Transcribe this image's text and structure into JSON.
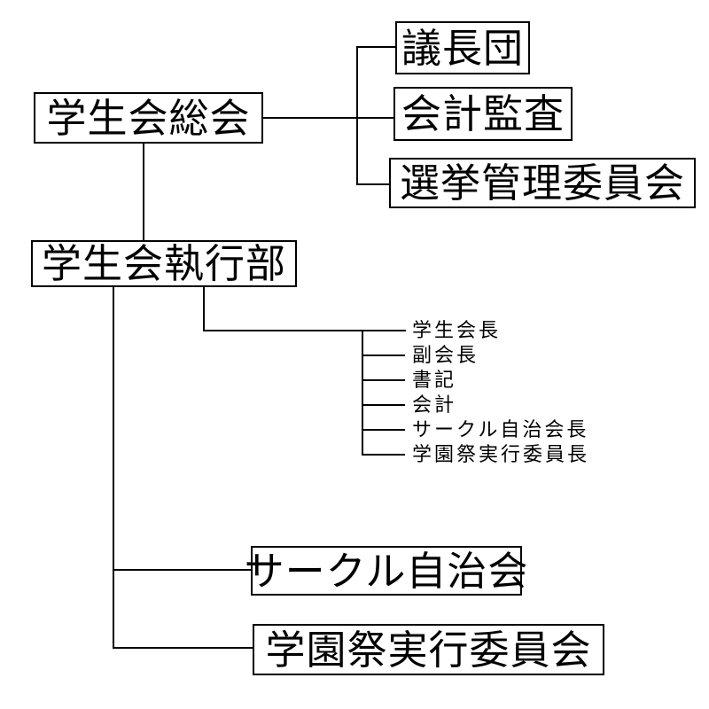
{
  "org_chart": {
    "assembly": {
      "label": "学生会総会"
    },
    "assembly_children": [
      {
        "label": "議長団"
      },
      {
        "label": "会計監査"
      },
      {
        "label": "選挙管理委員会"
      }
    ],
    "executive": {
      "label": "学生会執行部"
    },
    "executive_officers": [
      "学生会長",
      "副会長",
      "書記",
      "会計",
      "サークル自治会長",
      "学園祭実行委員長"
    ],
    "executive_children": [
      {
        "label": "サークル自治会"
      },
      {
        "label": "学園祭実行委員会"
      }
    ]
  },
  "colors": {
    "background": "#ffffff",
    "box_background": "#ffffff",
    "line": "#000000",
    "text": "#000000"
  }
}
